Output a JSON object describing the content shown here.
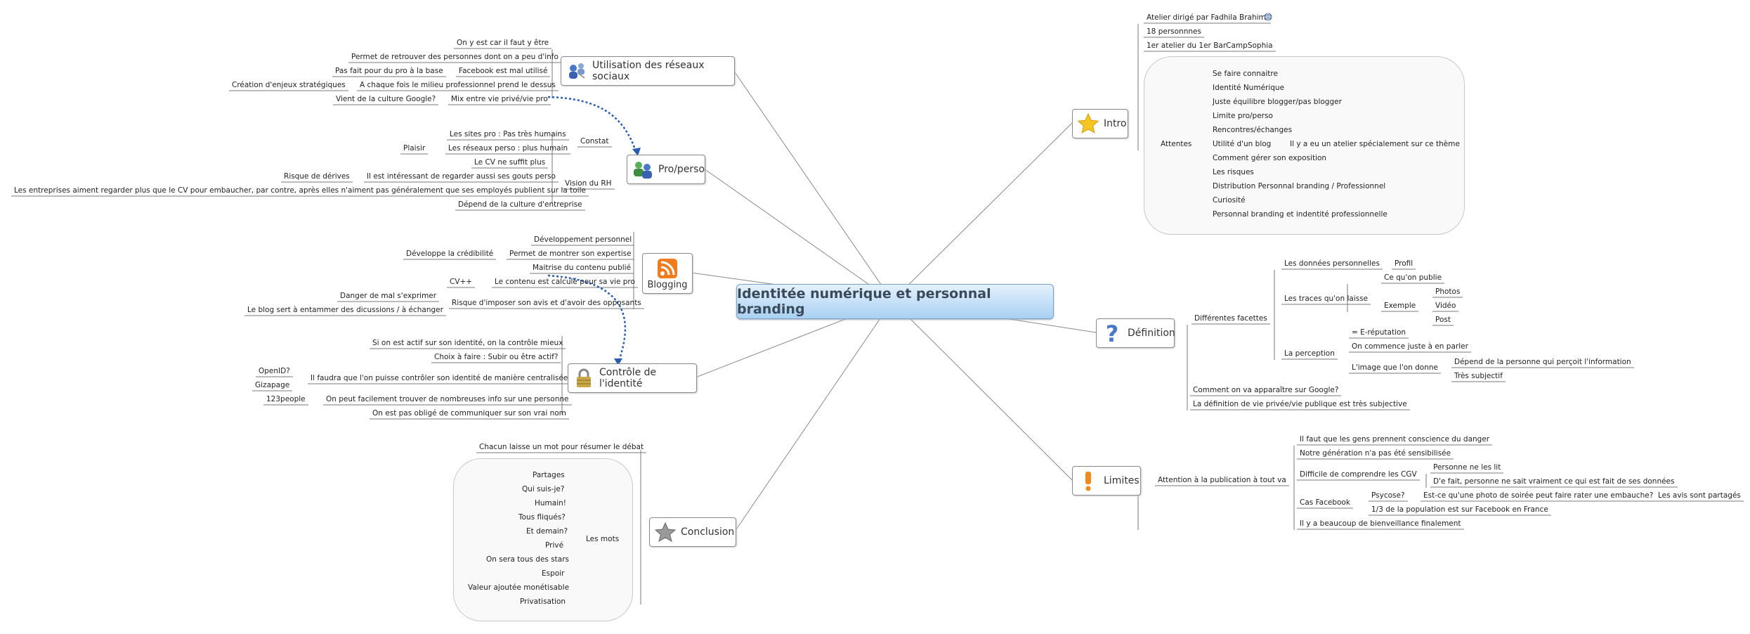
{
  "central_title": "Identitée numérique et personnal branding",
  "branches": {
    "utilisation": {
      "title": "Utilisation des réseaux sociaux",
      "icon": "people-network-icon",
      "items": [
        "On y est car il faut y être",
        "Permet de retrouver des personnes dont on a peu d'info",
        "Pas fait pour du pro à la base",
        "Facebook est mal utilisé",
        "Création d'enjeux stratégiques",
        "A chaque fois le milieu professionnel prend le dessus",
        "Vient de la culture Google?",
        "Mix entre vie privé/vie pro"
      ]
    },
    "properso": {
      "title": "Pro/perso",
      "icon": "group-users-icon",
      "items": [
        "Les sites pro : Pas très humains",
        "Constat",
        "Plaisir",
        "Les réseaux perso : plus humain",
        "Le CV ne suffit plus",
        "Risque de dérives",
        "Il est intéressant de regarder aussi ses gouts perso",
        "Vision du RH",
        "Les entreprises aiment regarder plus que le CV pour embaucher, par contre, après elles n'aiment pas généralement que ses employés publient sur la toile",
        "Dépend de la culture d'entreprise"
      ]
    },
    "blogging": {
      "title": "Blogging",
      "icon": "rss-icon",
      "items": [
        "Développement personnel",
        "Développe la crédibilité",
        "Permet de montrer son expertise",
        "Maitrise du contenu publié",
        "CV++",
        "Le contenu est calculé pour sa vie pro",
        "Danger de mal s'exprimer",
        "Risque d'imposer son avis et d'avoir des opposants",
        "Le blog sert à entammer des dicussions / à échanger"
      ]
    },
    "controle": {
      "title": "Contrôle de l'identité",
      "icon": "padlock-icon",
      "items": [
        "Si on est actif sur son identité, on la contrôle mieux",
        "Choix à faire : Subir ou être actif?",
        "OpenID?",
        "Il faudra que l'on puisse contrôler son identité de manière centralisée",
        "Gizapage",
        "123people",
        "On peut facilement trouver de nombreuses info sur une personne",
        "On est pas obligé de communiquer sur son vrai nom"
      ]
    },
    "conclusion": {
      "title": "Conclusion",
      "icon": "star-outline-icon",
      "items": [
        "Chacun laisse un mot pour résumer le débat",
        "Les mots",
        "Partages",
        "Qui suis-je?",
        "Humain!",
        "Tous fliqués?",
        "Et demain?",
        "Privé",
        "On sera tous des stars",
        "Espoir",
        "Valeur ajoutée monétisable",
        "Privatisation"
      ]
    },
    "intro": {
      "title": "Intro",
      "icon": "star-icon",
      "items": [
        "Atelier dirigé par Fadhila Brahimi",
        "18 personnnes",
        "1er atelier du 1er BarCampSophia",
        "Attentes",
        "Se faire connaitre",
        "Identité Numérique",
        "Juste équilibre blogger/pas blogger",
        "Limite pro/perso",
        "Rencontres/échanges",
        "Utilité d'un blog",
        "Il y a eu un atelier spécialement sur ce thème",
        "Comment gérer son exposition",
        "Les risques",
        "Distribution Personnal branding / Professionnel",
        "Curiosité",
        "Personnal branding et indentité professionnelle"
      ]
    },
    "definition": {
      "title": "Définition",
      "icon": "question-icon",
      "items": [
        "Différentes facettes",
        "Les données personnelles",
        "Profil",
        "Les traces qu'on laisse",
        "Ce qu'on publie",
        "Exemple",
        "Photos",
        "Vidéo",
        "Post",
        "La perception",
        "= E-réputation",
        "On commence juste à en parler",
        "L'image que l'on donne",
        "Dépend de la personne qui perçoit l'information",
        "Très subjectif",
        "Comment on va apparaître sur Google?",
        "La définition de vie privée/vie publique est très subjective"
      ]
    },
    "limites": {
      "title": "Limites",
      "icon": "exclamation-icon",
      "items": [
        "Attention à la publication à tout va",
        "Il faut que les gens prennent conscience du danger",
        "Notre génération n'a pas été sensibilisée",
        "Difficile de comprendre les CGV",
        "Personne ne les lit",
        "D'e fait, personne ne sait vraiment ce qui est fait de ses données",
        "Cas Facebook",
        "Psycose?",
        "Est-ce qu'une photo de soirée peut faire rater une embauche?",
        "Les avis sont partagés",
        "1/3 de la population est sur Facebook en France",
        "Il y a beaucoup de bienveillance finalement"
      ]
    }
  }
}
